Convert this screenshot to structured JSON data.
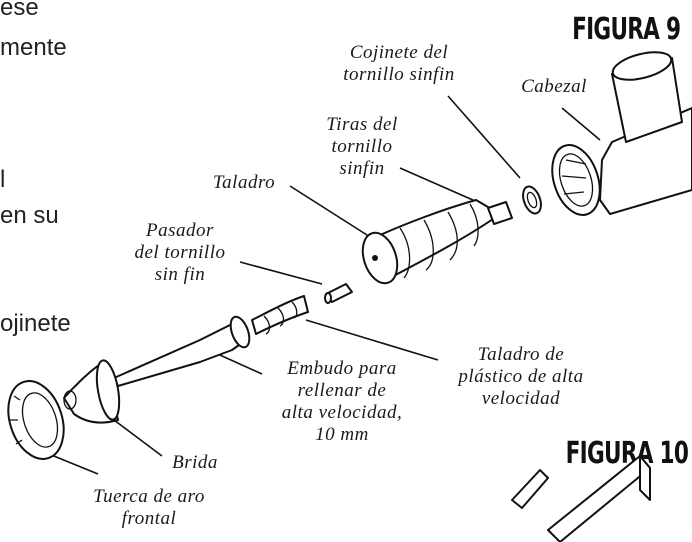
{
  "cut_text": [
    "ese",
    "mente",
    "l",
    "en su",
    "ojinete"
  ],
  "figures": {
    "fig9": "FIGURA 9",
    "fig10": "FIGURA 10"
  },
  "labels": {
    "cojinete": [
      "Cojinete del",
      "tornillo sinfin"
    ],
    "cabezal": [
      "Cabezal"
    ],
    "tiras": [
      "Tiras del",
      "tornillo",
      "sinfin"
    ],
    "taladro": [
      "Taladro"
    ],
    "pasador": [
      "Pasador",
      "del tornillo",
      "sin fin"
    ],
    "embudo": [
      "Embudo para",
      "rellenar de",
      "alta velocidad,",
      "10 mm"
    ],
    "taladro_plastico": [
      "Taladro de",
      "plástico de alta",
      "velocidad"
    ],
    "brida": [
      "Brida"
    ],
    "tuerca": [
      "Tuerca de aro",
      "frontal"
    ]
  }
}
